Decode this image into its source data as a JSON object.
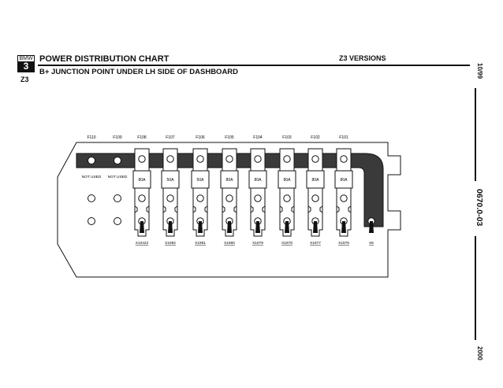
{
  "header": {
    "logo_brand": "BMW",
    "logo_series": "3",
    "model": "Z3",
    "title": "POWER DISTRIBUTION CHART",
    "versions": "Z3 VERSIONS",
    "subtitle": "B+ JUNCTION POINT UNDER LH SIDE OF DASHBOARD"
  },
  "margin": {
    "date_top": "10/99",
    "doc_id": "0670.0-03",
    "date_bottom": "2000"
  },
  "fuses": [
    {
      "id": "F110",
      "rating": "NOT USED",
      "connector": "",
      "used": false
    },
    {
      "id": "F109",
      "rating": "NOT USED",
      "connector": "",
      "used": false
    },
    {
      "id": "F108",
      "rating": "80A",
      "connector": "X10422",
      "used": true
    },
    {
      "id": "F107",
      "rating": "50A",
      "connector": "X1982",
      "used": true
    },
    {
      "id": "F106",
      "rating": "50A",
      "connector": "X1981",
      "used": true
    },
    {
      "id": "F105",
      "rating": "80A",
      "connector": "X1980",
      "used": true
    },
    {
      "id": "F104",
      "rating": "80A",
      "connector": "X1979",
      "used": true
    },
    {
      "id": "F103",
      "rating": "80A",
      "connector": "X1978",
      "used": true
    },
    {
      "id": "F102",
      "rating": "80A",
      "connector": "X1977",
      "used": true
    },
    {
      "id": "F101",
      "rating": "80A",
      "connector": "X1976",
      "used": true
    }
  ],
  "bus_connector": "X6"
}
